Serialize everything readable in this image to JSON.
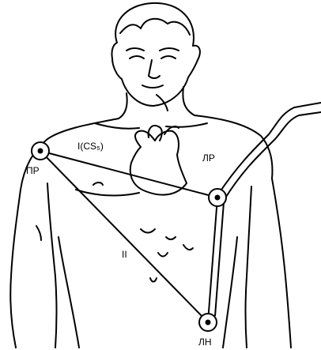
{
  "diagram": {
    "labels": {
      "right_arm": "ПР",
      "left_arm": "ЛР",
      "left_leg": "ЛН",
      "lead_one": "I(CS₅)",
      "lead_two": "II"
    },
    "colors": {
      "ink": "#000000",
      "background": "#ffffff"
    }
  }
}
